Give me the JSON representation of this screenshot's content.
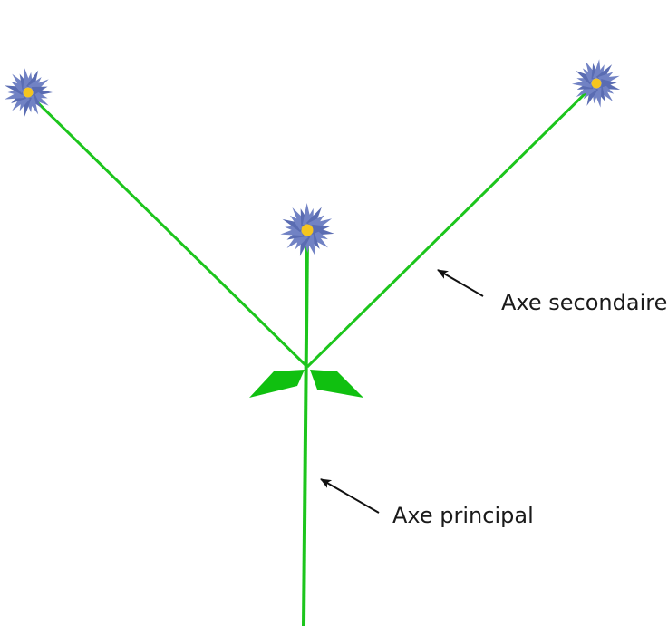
{
  "labels": {
    "secondary_axis": "Axe secondaire",
    "principal_axis": "Axe principal"
  },
  "colors": {
    "stem": "#1cc51c",
    "leaf": "#10c010",
    "petal": "#7182c4",
    "petal_dark": "#5a6cb2",
    "center": "#f5c51f",
    "arrow": "#111111",
    "background": "#ffffff"
  },
  "flowers": [
    "left-flower",
    "center-flower",
    "right-flower"
  ]
}
